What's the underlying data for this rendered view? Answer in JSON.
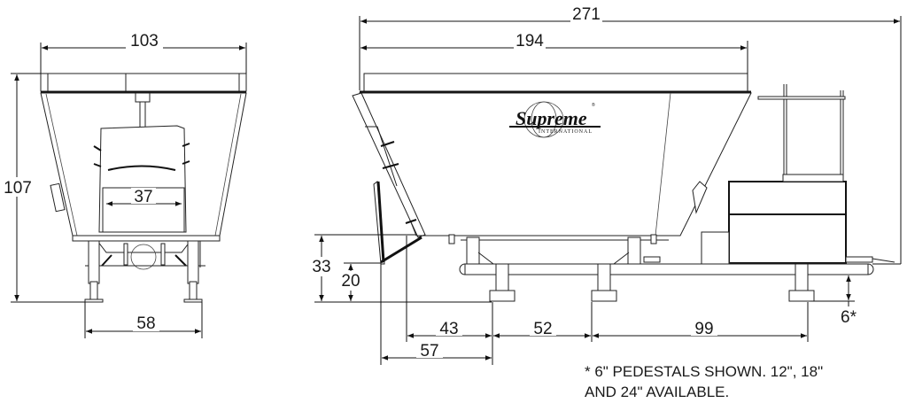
{
  "drawing": {
    "title": "Supreme International mixer dimension drawing",
    "brand": {
      "name": "Supreme",
      "sub": "INTERNATIONAL",
      "registered_mark": "®"
    },
    "front_view": {
      "dimensions": {
        "top_width": "103",
        "overall_height": "107",
        "door_opening_width": "37",
        "pedestal_spacing": "58"
      }
    },
    "side_view": {
      "dimensions": {
        "overall_length": "271",
        "tub_length": "194",
        "discharge_height_upper": "33",
        "discharge_height_lower": "20",
        "door_to_pedestal": "43",
        "door_edge_to_pedestal": "57",
        "pedestal_spacing_front": "52",
        "pedestal_spacing_rear": "99",
        "pedestal_height": "6*"
      }
    },
    "footnote": {
      "line1": "* 6\" PEDESTALS SHOWN. 12\", 18\"",
      "line2": "AND 24\" AVAILABLE."
    }
  }
}
